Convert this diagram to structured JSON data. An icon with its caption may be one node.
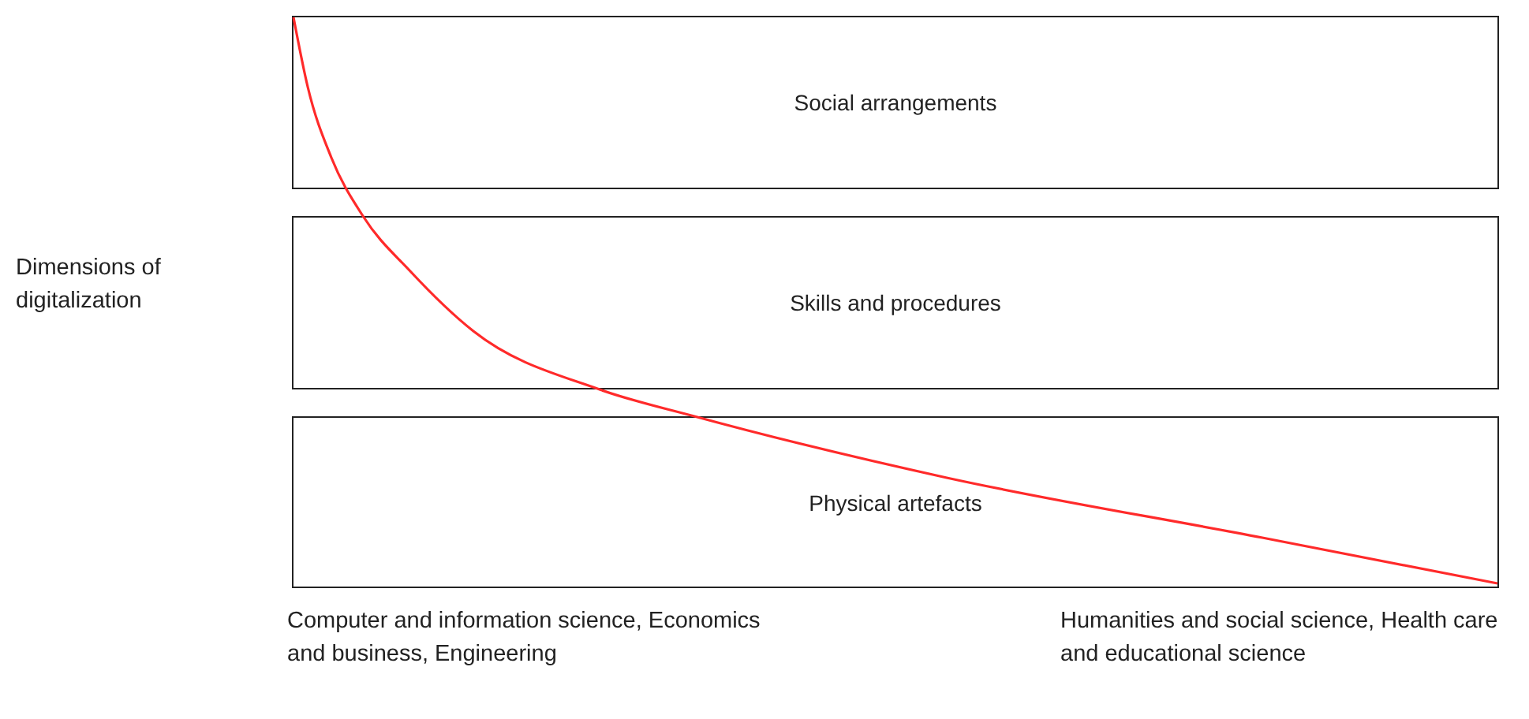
{
  "diagram": {
    "nodes": [
      {
        "text": [
          "Social arrangements"
        ]
      },
      {
        "text": [
          "Skills and procedures"
        ]
      },
      {
        "text": [
          "Physical artefacts"
        ]
      }
    ],
    "labels": [
      "Dimensions of digitalization",
      "Computer and information science, Economics and business, Engineering",
      "Humanities and social science, Health care and educational science"
    ]
  }
}
